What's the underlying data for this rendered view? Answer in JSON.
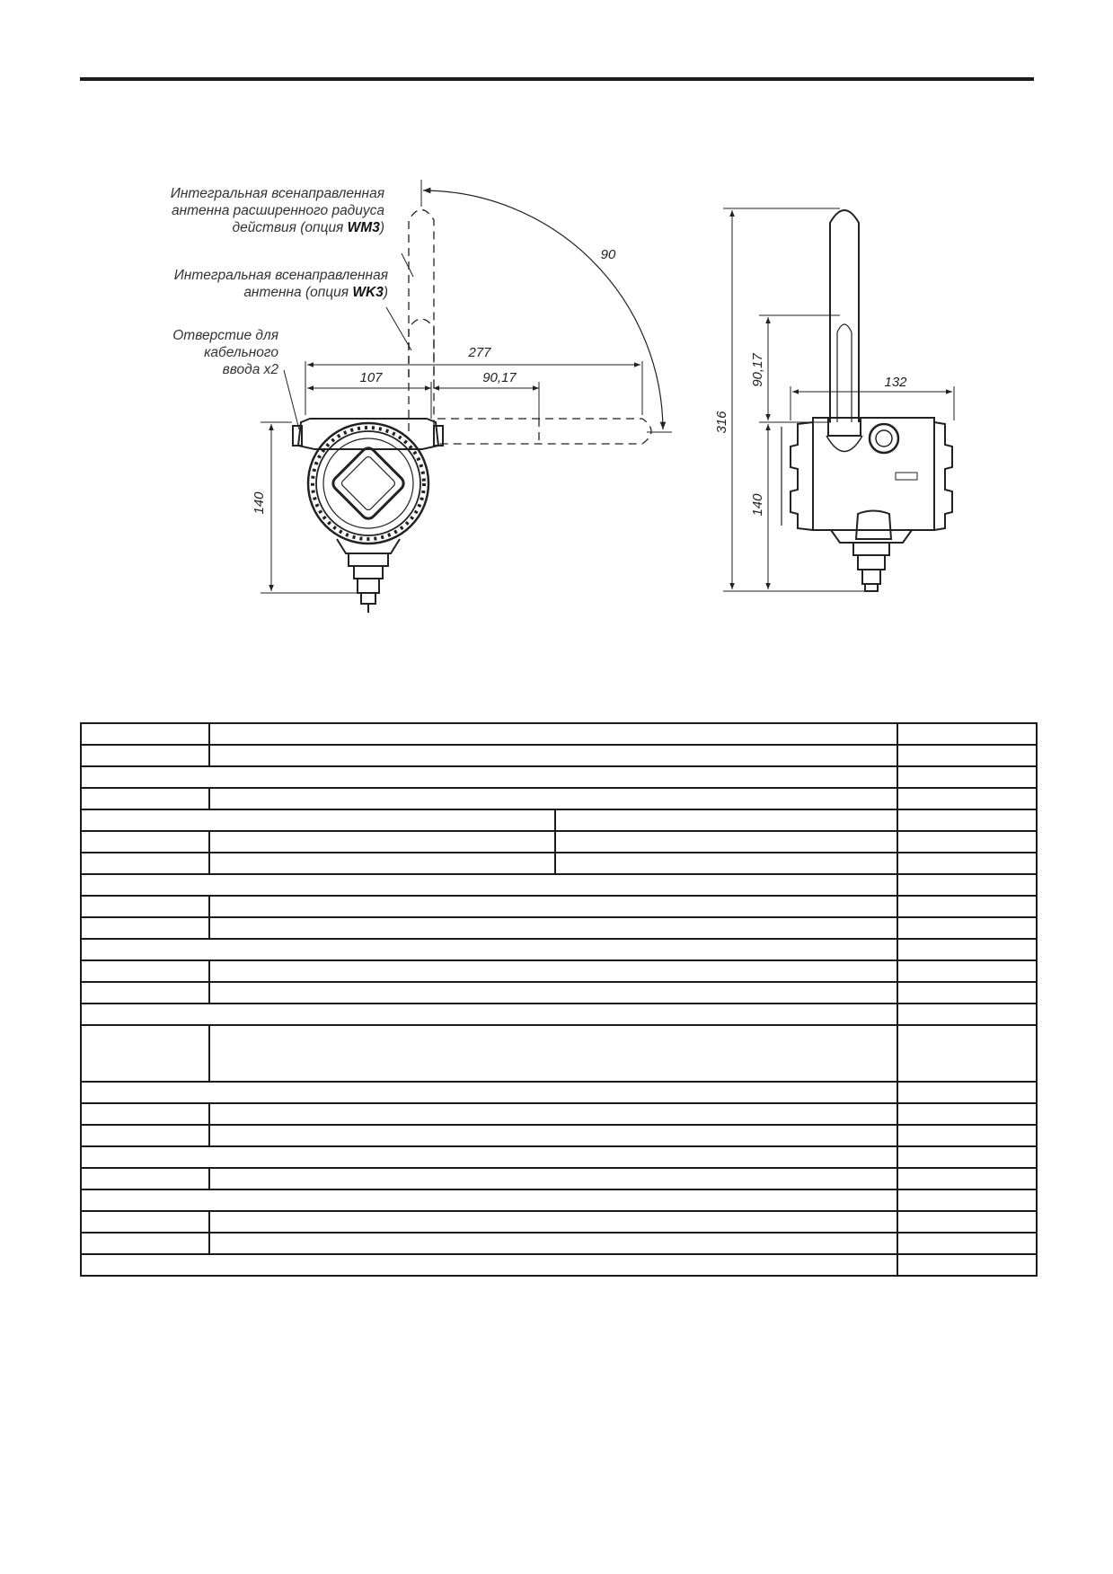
{
  "callouts": {
    "wm3": {
      "line1": "Интегральная всенаправленная",
      "line2": "антенна расширенного радиуса",
      "line3_prefix": "действия (опция ",
      "line3_code": "WM3",
      "line3_suffix": ")"
    },
    "wk3": {
      "line1": "Интегральная  всенаправленная",
      "line2_prefix": "антенна (опция ",
      "line2_code": "WK3",
      "line2_suffix": ")"
    },
    "cable_entry": {
      "line1": "Отверстие для",
      "line2": "кабельного",
      "line3": "ввода x2"
    }
  },
  "dimensions": {
    "front_view": {
      "overall_width": "277",
      "housing_width": "107",
      "antenna_offset": "90,17",
      "rotation_angle": "90",
      "housing_height": "140"
    },
    "side_view": {
      "overall_height": "316",
      "antenna_height": "90,17",
      "housing_depth": "132",
      "housing_height": "140"
    }
  },
  "table": {
    "rows": [
      {
        "layout": "three"
      },
      {
        "layout": "three"
      },
      {
        "layout": "span"
      },
      {
        "layout": "three"
      },
      {
        "layout": "split-two"
      },
      {
        "layout": "four"
      },
      {
        "layout": "four"
      },
      {
        "layout": "span"
      },
      {
        "layout": "three"
      },
      {
        "layout": "three"
      },
      {
        "layout": "span"
      },
      {
        "layout": "three"
      },
      {
        "layout": "three"
      },
      {
        "layout": "span"
      },
      {
        "layout": "three-tall"
      },
      {
        "layout": "span"
      },
      {
        "layout": "three"
      },
      {
        "layout": "three"
      },
      {
        "layout": "span"
      },
      {
        "layout": "three"
      },
      {
        "layout": "span"
      },
      {
        "layout": "three"
      },
      {
        "layout": "three"
      },
      {
        "layout": "span"
      }
    ]
  }
}
